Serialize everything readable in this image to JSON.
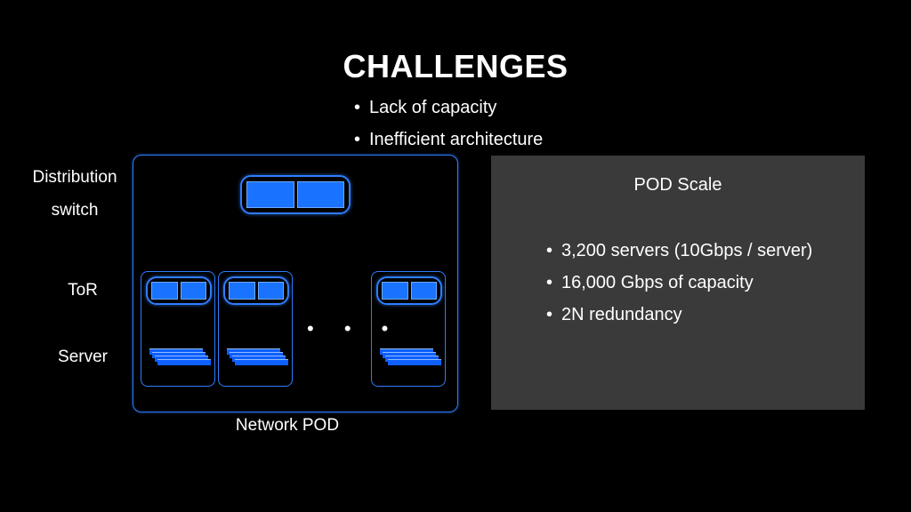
{
  "slide": {
    "title": "CHALLENGES",
    "bullets": [
      "Lack of capacity",
      "Inefficient architecture"
    ]
  },
  "diagram": {
    "labels": {
      "distribution_line1": "Distribution",
      "distribution_line2": "switch",
      "tor": "ToR",
      "server": "Server"
    },
    "pod_label": "Network POD",
    "ellipsis": "• • •",
    "rack_count": 3,
    "colors": {
      "outline": "#2f7dff",
      "port_fill": "#1a73ff",
      "panel_bg": "#3a3a3a"
    }
  },
  "scale_panel": {
    "title": "POD Scale",
    "bullets": [
      "3,200 servers (10Gbps / server)",
      "16,000 Gbps of capacity",
      "2N redundancy"
    ]
  }
}
